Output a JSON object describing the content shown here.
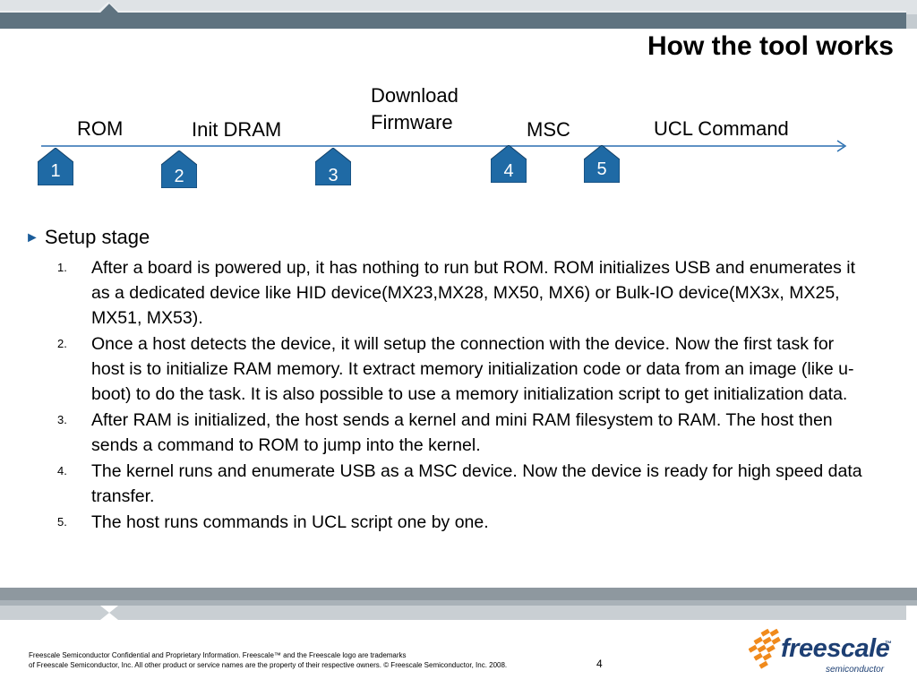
{
  "header": {
    "title": "How the tool works"
  },
  "timeline": {
    "labels": {
      "rom": "ROM",
      "init_dram": "Init DRAM",
      "download_line1": "Download",
      "download_line2": "Firmware",
      "msc": "MSC",
      "ucl": "UCL Command"
    },
    "steps": [
      "1",
      "2",
      "3",
      "4",
      "5"
    ],
    "badge_color": "#1f6aa5",
    "line_color": "#2a6fb0"
  },
  "content": {
    "heading": "Setup stage",
    "items": [
      {
        "num": "1.",
        "text": "After a board is powered up, it has nothing to run but ROM. ROM initializes USB and enumerates it as a dedicated device like HID device(MX23,MX28, MX50, MX6) or Bulk-IO device(MX3x, MX25, MX51, MX53)."
      },
      {
        "num": "2.",
        "text": "Once a host detects the device, it will setup the connection with the device. Now the first task for host is to initialize RAM memory. It extract memory initialization code or data from an image (like u-boot) to do the task. It is also possible to use a memory initialization script to get initialization data."
      },
      {
        "num": "3.",
        "text": "After RAM is initialized, the host sends a kernel and mini RAM filesystem to RAM. The host then sends a command to ROM to jump into the kernel."
      },
      {
        "num": "4.",
        "text": "The kernel runs and enumerate USB as a MSC device. Now the device is ready for high speed data transfer."
      },
      {
        "num": "5.",
        "text": "The host runs commands in UCL script one by one."
      }
    ]
  },
  "footer": {
    "line1": "Freescale Semiconductor Confidential and Proprietary Information. Freescale™ and the Freescale logo are trademarks",
    "line2": "of Freescale Semiconductor, Inc. All other product or service names are the property of their respective owners. © Freescale Semiconductor, Inc. 2008.",
    "page": "4",
    "logo_word": "freescale",
    "logo_tm": "™",
    "logo_sub": "semiconductor"
  },
  "colors": {
    "band_dark": "#5f7380",
    "band_light": "#c4cbd0",
    "brand_orange": "#f08a1c",
    "brand_blue": "#1d3f73"
  }
}
